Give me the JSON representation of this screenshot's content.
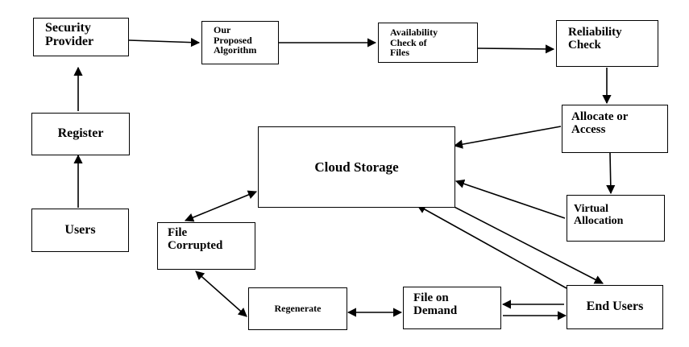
{
  "diagram": {
    "nodes": {
      "security_provider": "Security\nProvider",
      "proposed_algorithm": "Our\nProposed\nAlgorithm",
      "availability_check": "Availability\nCheck of\nFiles",
      "reliability_check": "Reliability\nCheck",
      "allocate_or_access": "Allocate or\nAccess",
      "cloud_storage": "Cloud Storage",
      "virtual_allocation": "Virtual\nAllocation",
      "register": "Register",
      "users": "Users",
      "file_corrupted": "File\nCorrupted",
      "regenerate": "Regenerate",
      "file_on_demand": "File on\nDemand",
      "end_users": "End Users"
    },
    "edges": [
      {
        "from": "users",
        "to": "register",
        "kind": "one-way"
      },
      {
        "from": "register",
        "to": "security_provider",
        "kind": "one-way"
      },
      {
        "from": "security_provider",
        "to": "proposed_algorithm",
        "kind": "one-way"
      },
      {
        "from": "proposed_algorithm",
        "to": "availability_check",
        "kind": "one-way"
      },
      {
        "from": "availability_check",
        "to": "reliability_check",
        "kind": "one-way"
      },
      {
        "from": "reliability_check",
        "to": "allocate_or_access",
        "kind": "one-way"
      },
      {
        "from": "allocate_or_access",
        "to": "cloud_storage",
        "kind": "one-way"
      },
      {
        "from": "allocate_or_access",
        "to": "virtual_allocation",
        "kind": "one-way"
      },
      {
        "from": "virtual_allocation",
        "to": "cloud_storage",
        "kind": "one-way"
      },
      {
        "from": "cloud_storage",
        "to": "end_users",
        "kind": "one-way"
      },
      {
        "from": "end_users",
        "to": "cloud_storage",
        "kind": "one-way"
      },
      {
        "from": "cloud_storage",
        "to": "file_corrupted",
        "kind": "two-way"
      },
      {
        "from": "file_corrupted",
        "to": "regenerate",
        "kind": "two-way"
      },
      {
        "from": "regenerate",
        "to": "file_on_demand",
        "kind": "two-way"
      },
      {
        "from": "end_users",
        "to": "file_on_demand",
        "kind": "one-way"
      },
      {
        "from": "file_on_demand",
        "to": "end_users",
        "kind": "one-way"
      }
    ]
  }
}
